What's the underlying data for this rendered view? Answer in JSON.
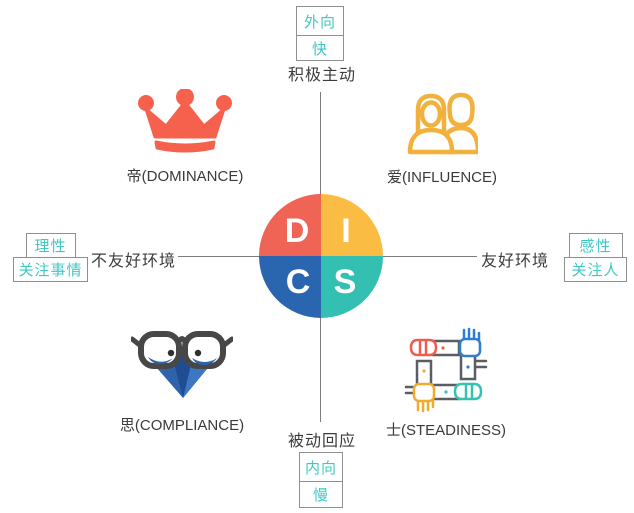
{
  "center": {
    "letters": [
      "D",
      "I",
      "C",
      "S"
    ],
    "colors": {
      "d": "#ef6454",
      "i": "#fbbc43",
      "c": "#2a65b0",
      "s": "#33bfb2"
    }
  },
  "axes": {
    "top": {
      "tags": [
        "外向",
        "快"
      ],
      "label": "积极主动"
    },
    "bottom": {
      "label": "被动回应",
      "tags": [
        "内向",
        "慢"
      ]
    },
    "left": {
      "tags": [
        "理性",
        "关注事情"
      ],
      "label": "不友好环境"
    },
    "right": {
      "label": "友好环境",
      "tags": [
        "感性",
        "关注人"
      ]
    }
  },
  "quadrants": {
    "top_left": {
      "label": "帝(DOMINANCE)",
      "icon": "crown-icon",
      "icon_color": "#f6614d"
    },
    "top_right": {
      "label": "爱(INFLUENCE)",
      "icon": "two-people-icon",
      "icon_color": "#f1b13c"
    },
    "bottom_left": {
      "label": "思(COMPLIANCE)",
      "icon": "glasses-mask-icon",
      "icon_color": "#2e63ac"
    },
    "bottom_right": {
      "label": "士(STEADINESS)",
      "icon": "teamwork-hands-icon",
      "icon_color": "#5a5e62"
    }
  },
  "style": {
    "tag_text_color": "#3fc8c4",
    "tag_border_color": "#8f8f8f",
    "axis_line_color": "#7d7d7d",
    "text_color": "#3c3c3c",
    "background": "#ffffff"
  }
}
